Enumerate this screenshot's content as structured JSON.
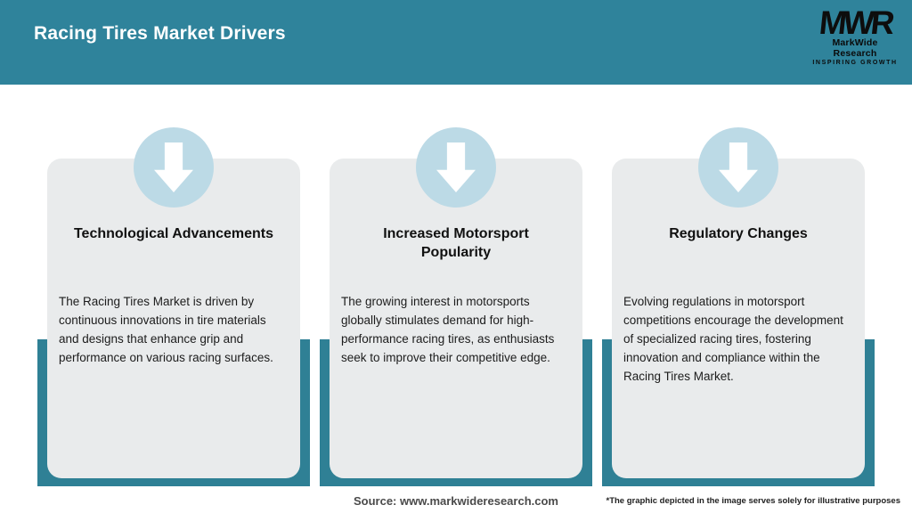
{
  "header": {
    "title": "Racing Tires Market Drivers",
    "logo": {
      "monogram": "MWR",
      "name": "MarkWide Research",
      "tagline": "INSPIRING GROWTH"
    }
  },
  "cards": [
    {
      "icon": "down-arrow-icon",
      "title": "Technological Advancements",
      "body": "The Racing Tires Market is driven by continuous innovations in tire materials and designs that enhance grip and performance on various racing surfaces."
    },
    {
      "icon": "down-arrow-icon",
      "title": "Increased Motorsport Popularity",
      "body": "The growing interest in motorsports globally stimulates demand for high-performance racing tires, as enthusiasts seek to improve their competitive edge."
    },
    {
      "icon": "down-arrow-icon",
      "title": "Regulatory Changes",
      "body": "Evolving regulations in motorsport competitions encourage the development of specialized racing tires, fostering innovation and compliance within the Racing Tires Market."
    }
  ],
  "footer": {
    "source": "Source: www.markwideresearch.com",
    "disclaimer": "*The graphic depicted in the image serves solely for illustrative purposes"
  },
  "colors": {
    "header_teal": "#2F839B",
    "shadow_teal": "#2F8095",
    "card_gray": "#E9EBEC",
    "circle_blue": "#BCDAE6"
  }
}
